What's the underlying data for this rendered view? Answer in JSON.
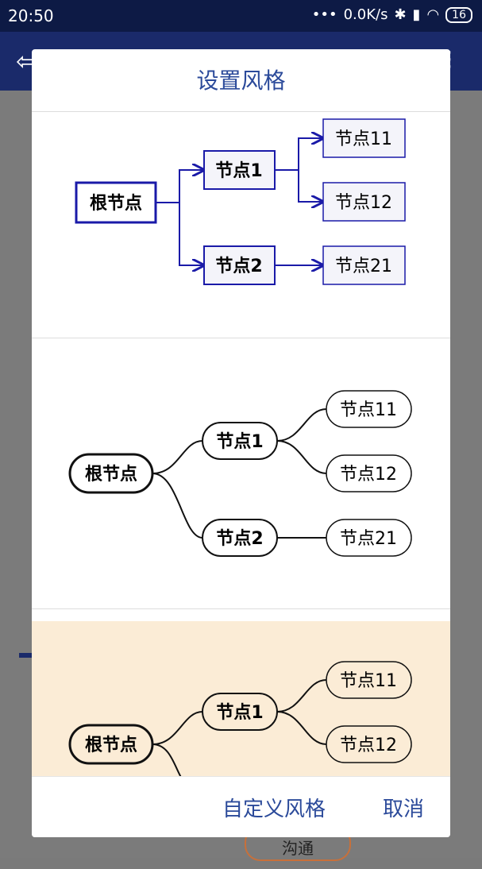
{
  "status": {
    "time": "20:50",
    "network_speed": "0.0K/s",
    "battery": "16"
  },
  "dialog": {
    "title": "设置风格",
    "custom_label": "自定义风格",
    "cancel_label": "取消"
  },
  "nodes": {
    "root": "根节点",
    "n1": "节点1",
    "n2": "节点2",
    "n11": "节点11",
    "n12": "节点12",
    "n21": "节点21"
  },
  "background": {
    "tag": "沟通"
  },
  "colors": {
    "accent": "#2b4a9a",
    "blue_style": "#1a1aa8",
    "selected_bg": "#fbecd6"
  }
}
